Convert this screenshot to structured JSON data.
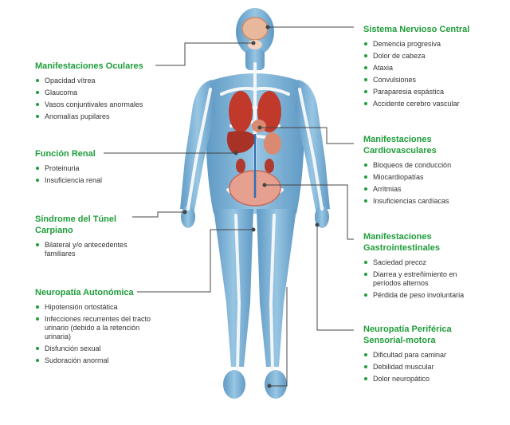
{
  "diagram": {
    "accent_color": "#1f9d3a",
    "body_color": "#6fa8d0",
    "organ_color": "#c0392b",
    "groups": {
      "ocular": {
        "title": "Manifestaciones Oculares",
        "items": [
          "Opacidad vítrea",
          "Glaucoma",
          "Vasos conjuntivales anormales",
          "Anomalías pupilares"
        ]
      },
      "renal": {
        "title": "Función Renal",
        "items": [
          "Proteinuria",
          "Insuficiencia renal"
        ]
      },
      "carpal": {
        "title": "Síndrome del Túnel\nCarpiano",
        "items": [
          "Bilateral y/o antecedentes\nfamiliares"
        ]
      },
      "autonomic": {
        "title": "Neuropatía Autonómica",
        "items": [
          "Hipotensión ortostática",
          "Infecciones recurrentes del tracto\nurinario (debido a la retención\nurinaria)",
          "Disfunción sexual",
          "Sudoración anormal"
        ]
      },
      "cns": {
        "title": "Sistema Nervioso Central",
        "items": [
          "Demencia progresiva",
          "Dolor de cabeza",
          "Ataxia",
          "Convulsiones",
          "Paraparesia espástica",
          "Accidente cerebro vascular"
        ]
      },
      "cardio": {
        "title": "Manifestaciones\nCardiovasculares",
        "items": [
          "Bloqueos de conducción",
          "Miocardiopatías",
          "Arritmias",
          "Insuficiencias cardíacas"
        ]
      },
      "gi": {
        "title": "Manifestaciones\nGastrointestinales",
        "items": [
          "Saciedad precoz",
          "Diarrea y estreñimiento en\nperíodos alternos",
          "Pérdida de peso involuntaria"
        ]
      },
      "peripheral": {
        "title": "Neuropatía Periférica\nSensorial-motora",
        "items": [
          "Dificultad para caminar",
          "Debilidad muscular",
          "Dolor neuropático"
        ]
      }
    }
  }
}
